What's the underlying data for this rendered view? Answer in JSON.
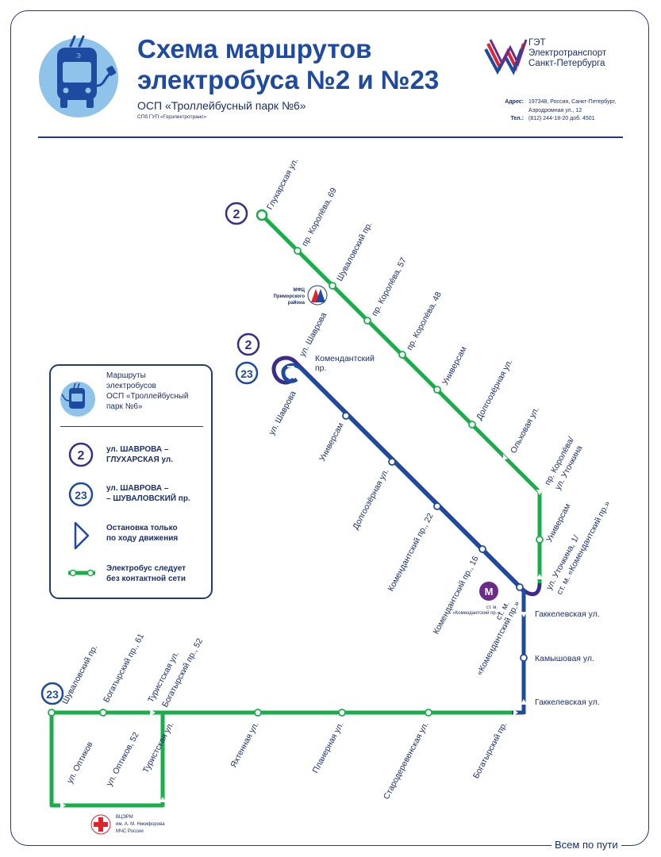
{
  "header": {
    "title_line1": "Схема маршрутов",
    "title_line2": "электробуса №2 и №23",
    "depot_name": "ОСП «Троллейбусный парк №6»",
    "depot_org": "СПб ГУП «Горэлектротранс»"
  },
  "brand": {
    "abbr": "ГЭТ",
    "line1": "Электротранспорт",
    "line2": "Санкт-Петербурга"
  },
  "contacts": {
    "address_key": "Адрес:",
    "address_line1": "197348, Россия, Санкт-Петербург,",
    "address_line2": "Аэродромная ул., 12",
    "phone_key": "Тел.:",
    "phone": "(812) 244-18-20 доб. 4501"
  },
  "legend": {
    "title": "Маршруты электробусов ОСП «Троллейбусный парк №6»",
    "title_l1": "Маршруты",
    "title_l2": "электробусов",
    "title_l3": "ОСП «Троллейбусный",
    "title_l4": "парк №6»",
    "route2_num": "2",
    "route2_l1": "ул. ШАВРОВА –",
    "route2_l2": "ГЛУХАРСКАЯ ул.",
    "route23_num": "23",
    "route23_l1": "ул. ШАВРОВА –",
    "route23_l2": "– ШУВАЛОВСКИЙ пр.",
    "oneway_l1": "Остановка только",
    "oneway_l2": "по ходу движения",
    "battery_l1": "Электробус следует",
    "battery_l2": "без контактной сети"
  },
  "route_badges": {
    "r2_top": "2",
    "r2_mid": "2",
    "r23_mid": "23",
    "r23_left": "23"
  },
  "stops": {
    "glukharskaya": "Глухарская ул.",
    "korolyova69": "пр. Королёва, 69",
    "shuvalovsky_top": "Шуваловский пр.",
    "korolyova57": "пр. Королёва, 57",
    "korolyova48": "пр. Королёва, 48",
    "univermag_green": "Универсам",
    "dolgoozernaya_green": "Долгоозёрная ул.",
    "olkovaya": "Ольховая ул.",
    "korolyova_utochkina_l1": "пр. Королёва/",
    "korolyova_utochkina_l2": "ул. Уточкина",
    "univermag_right": "Универсам",
    "utochkina1_l1": "ул. Уточкина, 1/",
    "utochkina1_l2": "ст. м. «Комендантский пр.»",
    "shavrova_top": "ул. Шаврова",
    "komendantsky_l1": "Комендантский",
    "komendantsky_l2": "пр.",
    "shavrova_left": "ул. Шаврова",
    "univermag_blue": "Универсам",
    "dolgoozernaya_blue": "Долгоозёрная ул.",
    "komendantsky22": "Комендантский пр., 22",
    "komendantsky16": "Комендантский пр., 16",
    "metro_l1": "ст. м.",
    "metro_l2": "«Комендантский пр.»",
    "gakkelevskaya1": "Гаккелевская ул.",
    "kamyshovaya": "Камышовая ул.",
    "gakkelevskaya2": "Гаккелевская ул.",
    "bogatyrsky_right": "Богатырский пр.",
    "starodereven": "Стародеревенская ул.",
    "planernaya": "Планерная ул.",
    "yakhtennaya": "Яхтенная ул.",
    "turistskaya_bottom": "Туристская ул.",
    "optikov52": "ул. Оптиков, 52",
    "optikov": "ул. Оптиков",
    "shuvalovsky_left": "Шуваловский пр.",
    "bogatyrsky61": "Богатырский пр., 61",
    "turistskaya_top": "Туристская ул.",
    "bogatyrsky52": "Богатырский пр., 52"
  },
  "landmarks": {
    "mfc_l1": "МФЦ",
    "mfc_l2": "Приморского",
    "mfc_l3": "района",
    "metro_small_l1": "ст. м.",
    "metro_small_l2": "«Комендантский пр.»",
    "metro_symbol": "М",
    "hospital_l1": "ВЦЭРМ",
    "hospital_l2": "им. А. М. Никифорова",
    "hospital_l3": "МЧС России"
  },
  "footer": {
    "slogan": "Всем по пути"
  },
  "colors": {
    "navy": "#1f3a7a",
    "title_blue": "#1e4ba0",
    "route2_purple": "#3b2d8c",
    "route23_blue": "#1e4ba0",
    "battery_green": "#1aae4a",
    "icon_bg": "#8fc3ea",
    "metro_purple": "#6a2b8a",
    "hospital_red": "#e0232d"
  },
  "icons": {
    "header_icon": "electric-bus-icon",
    "brand_logo": "get-logo-icon",
    "mfc_logo": "mfc-logo-icon",
    "metro": "metro-icon",
    "hospital": "red-cross-icon"
  }
}
